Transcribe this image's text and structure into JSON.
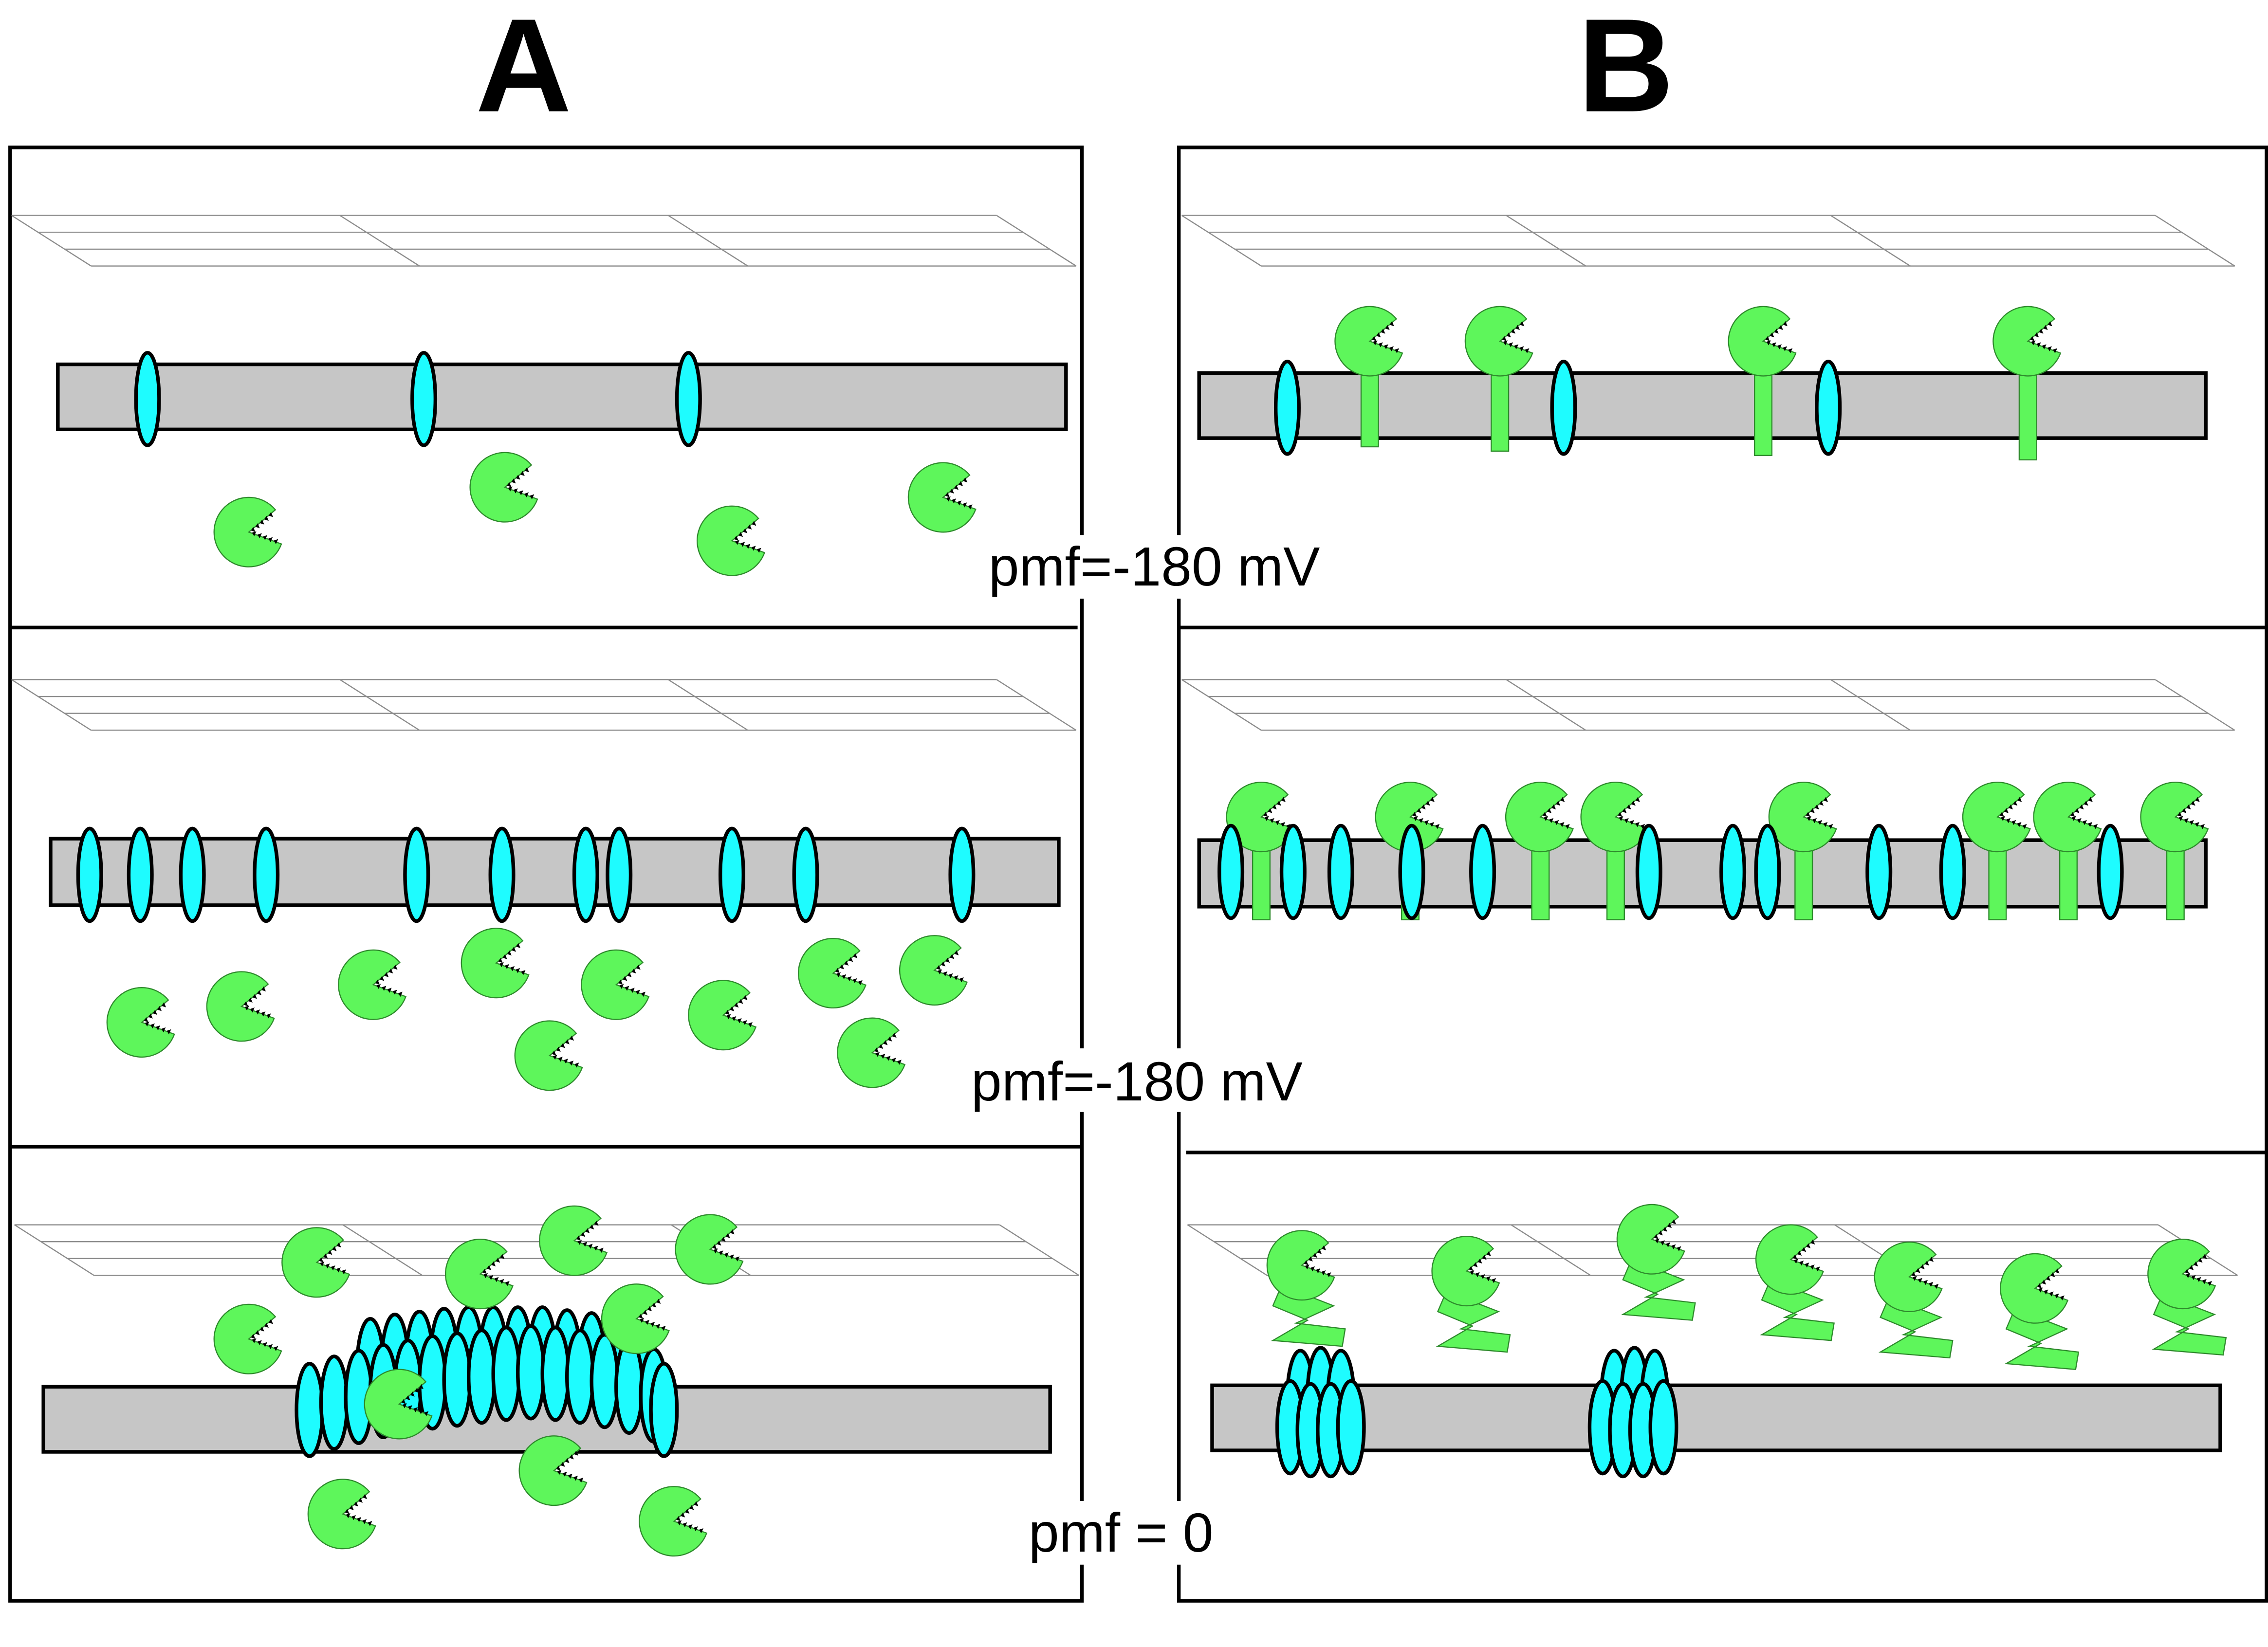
{
  "headings": {
    "a": "A",
    "b": "B"
  },
  "labels": {
    "pmf_top": "pmf=-180 mV",
    "pmf_middle": "pmf=-180 mV",
    "pmf_bottom": "pmf = 0"
  },
  "colors": {
    "channel": "#1efcff",
    "protein": "#5ef65b",
    "membrane": "#c6c6c6",
    "outline": "#000000"
  },
  "icons": {
    "channel": "cyan-ellipse-channel",
    "protein": "green-pacman-protein",
    "anchored_protein": "green-pacman-on-stalk",
    "folded_protein": "green-pacman-with-bent-stalk"
  }
}
